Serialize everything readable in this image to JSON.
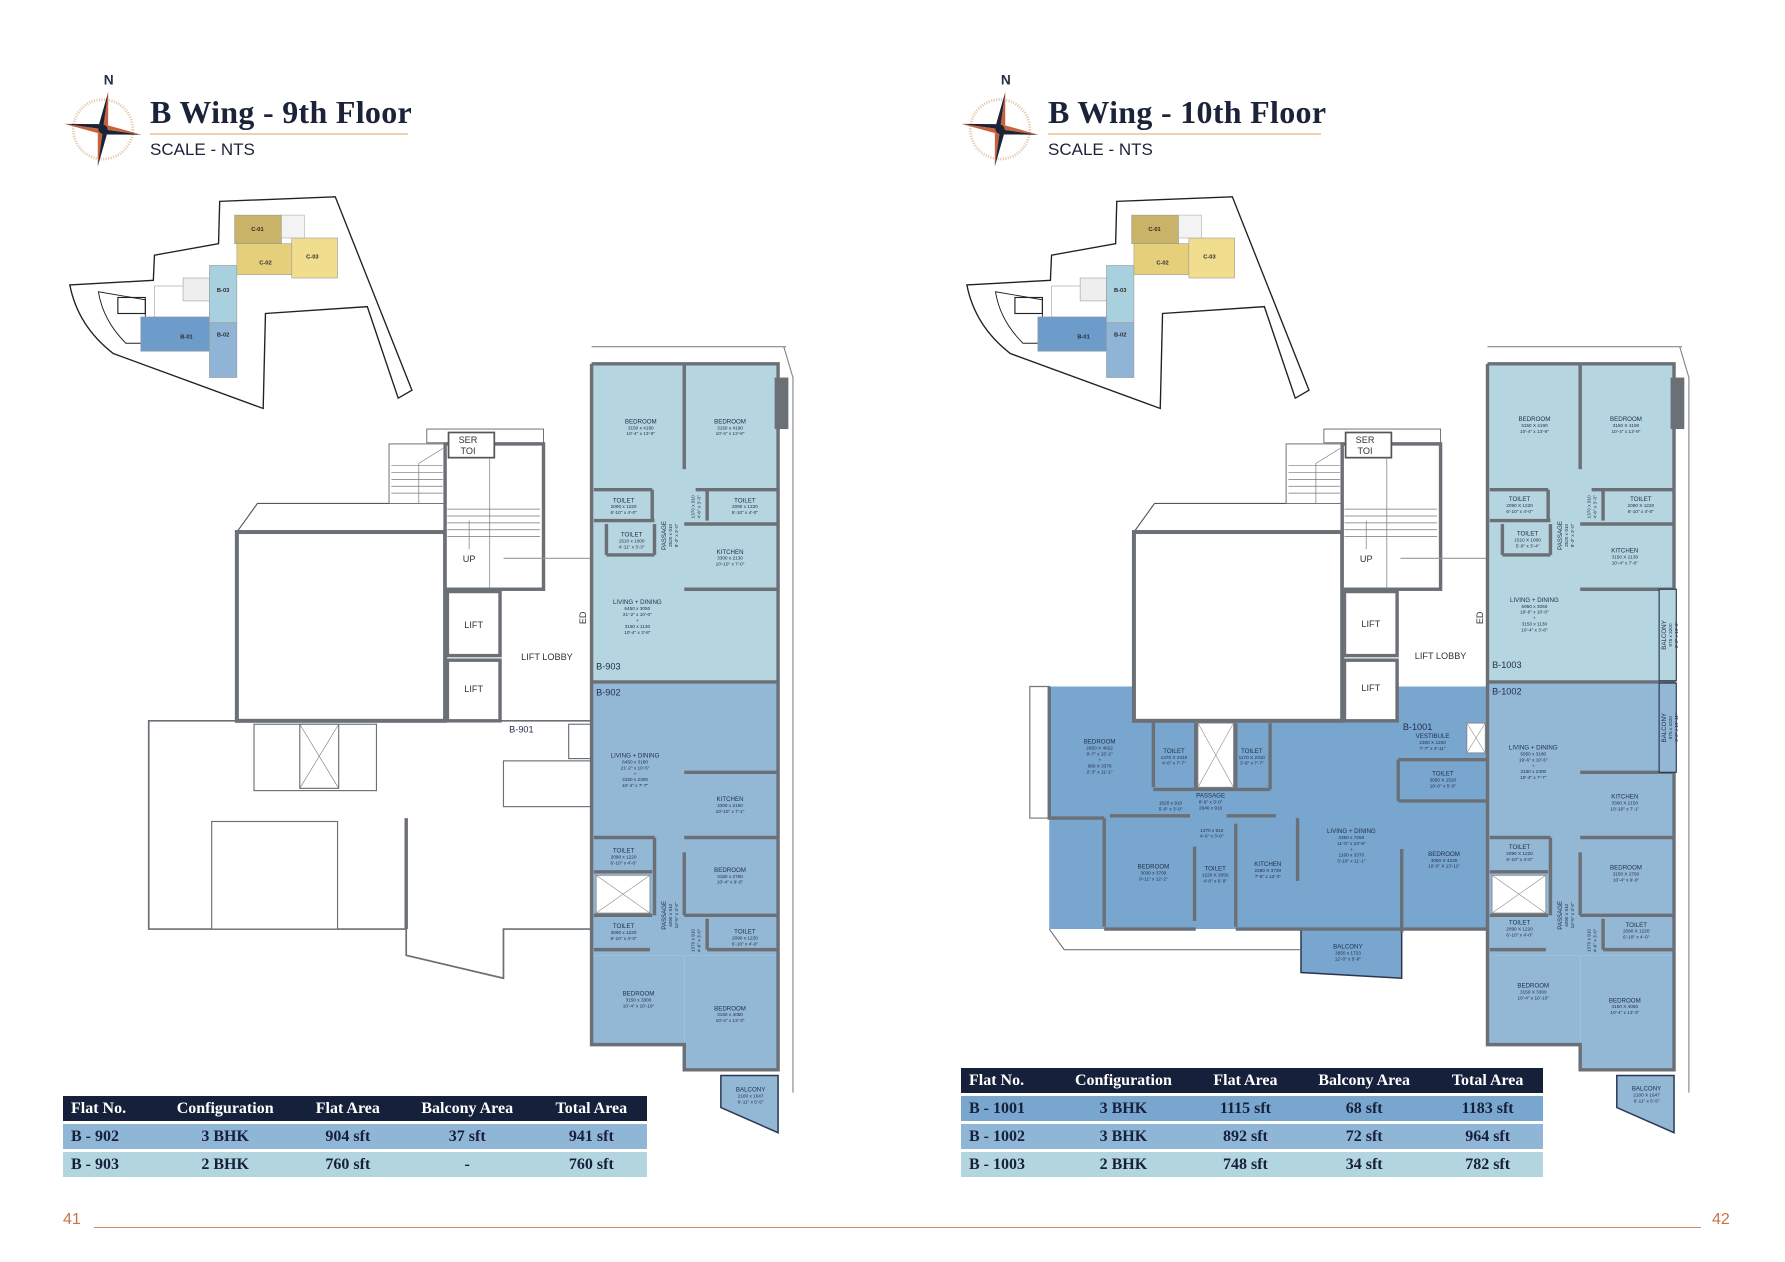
{
  "pages": {
    "left": {
      "number": "41",
      "title": "B Wing - 9th Floor",
      "scale": "SCALE - NTS",
      "north": "N"
    },
    "right": {
      "number": "42",
      "title": "B Wing - 10th Floor",
      "scale": "SCALE - NTS",
      "north": "N"
    }
  },
  "colors": {
    "navy": "#15213a",
    "accent": "#c8744a",
    "flat_light": "#b5d5e0",
    "flat_mid": "#92b8d6",
    "flat_dark": "#78a6cf"
  },
  "keyplan": {
    "labels": [
      "C-01",
      "C-02",
      "C-03",
      "B-03",
      "B-01",
      "B-02"
    ]
  },
  "core": {
    "ser_toi": [
      "SER",
      "TOI"
    ],
    "up": "UP",
    "lift": "LIFT",
    "lift_lobby": "LIFT LOBBY",
    "ed": "ED"
  },
  "floor9": {
    "tags": [
      "B-903",
      "B-902",
      "B-901"
    ],
    "rooms": [
      {
        "name": "BEDROOM",
        "dims": [
          "3150 x 4190",
          "10'-4\" x 13'-9\""
        ]
      },
      {
        "name": "BEDROOM",
        "dims": [
          "3150 x 4190",
          "10'-4\" x 13'-9\""
        ]
      },
      {
        "name": "TOILET",
        "dims": [
          "2090 x 1220",
          "6'-10\" x 4'-0\""
        ]
      },
      {
        "name": "TOILET",
        "dims": [
          "2090 x 1220",
          "6'-10\" x 4'-0\""
        ]
      },
      {
        "name": "TOILET",
        "dims": [
          "1510 x 1000",
          "4'-11\" x 3'-3\""
        ]
      },
      {
        "name": "PASSAGE",
        "dims": [
          "2520 x 910",
          "8'-3\" x 3'-0\""
        ]
      },
      {
        "name": "",
        "dims": [
          "1370 x 910",
          "4'-6\" x 3'-0\""
        ]
      },
      {
        "name": "KITCHEN",
        "dims": [
          "3300 x 2130",
          "10'-10\" x 7'-0\""
        ]
      },
      {
        "name": "LIVING + DINING",
        "dims": [
          "6450 x 3050",
          "21'-2\" x 10'-0\"",
          "+",
          "3150 x 1130",
          "10'-4\" x 3'-8\""
        ]
      },
      {
        "name": "LIVING + DINING",
        "dims": [
          "6450 x 3180",
          "21'-2\" x 10'-5\"",
          "+",
          "3150 x 2300",
          "10'-4\" x 7'-7\""
        ]
      },
      {
        "name": "KITCHEN",
        "dims": [
          "3300 x 2150",
          "10'-10\" x 7'-1\""
        ]
      },
      {
        "name": "TOILET",
        "dims": [
          "2090 x 1220",
          "6'-10\" x 4'-0\""
        ]
      },
      {
        "name": "BEDROOM",
        "dims": [
          "3150 x 2750",
          "10'-4\" x 9'-0\""
        ]
      },
      {
        "name": "TOILET",
        "dims": [
          "2090 x 1220",
          "6'-10\" x 4'-0\""
        ]
      },
      {
        "name": "PASSAGE",
        "dims": [
          "4090 x 910",
          "13'-5\" x 3'-0\""
        ]
      },
      {
        "name": "",
        "dims": [
          "1370 x 910",
          "4'-6\" x 3'-0\""
        ]
      },
      {
        "name": "TOILET",
        "dims": [
          "2090 x 1220",
          "6'-10\" x 4'-0\""
        ]
      },
      {
        "name": "BEDROOM",
        "dims": [
          "3150 x 3300",
          "10'-4\" x 10'-10\""
        ]
      },
      {
        "name": "BEDROOM",
        "dims": [
          "3150 x 4050",
          "10'-4\" x 13'-3\""
        ]
      },
      {
        "name": "BALCONY",
        "dims": [
          "2100 x 1647",
          "6'-11\" x 5'-5\""
        ]
      }
    ],
    "table": {
      "headers": [
        "Flat No.",
        "Configuration",
        "Flat Area",
        "Balcony Area",
        "Total Area"
      ],
      "rows": [
        [
          "B - 902",
          "3 BHK",
          "904 sft",
          "37 sft",
          "941 sft"
        ],
        [
          "B - 903",
          "2 BHK",
          "760 sft",
          "-",
          "760 sft"
        ]
      ]
    }
  },
  "floor10": {
    "tags": [
      "B-1003",
      "B-1002",
      "B-1001"
    ],
    "rooms": [
      {
        "name": "BEDROOM",
        "dims": [
          "3150 X 4190",
          "10'-4\" x 13'-9\""
        ]
      },
      {
        "name": "BEDROOM",
        "dims": [
          "3150 X 4190",
          "10'-4\" x 13'-9\""
        ]
      },
      {
        "name": "TOILET",
        "dims": [
          "2090 X 1220",
          "6'-10\" x 4'-0\""
        ]
      },
      {
        "name": "TOILET",
        "dims": [
          "2090 X 1220",
          "6'-10\" x 4'-0\""
        ]
      },
      {
        "name": "TOILET",
        "dims": [
          "1510 X 1000",
          "5'-0\" x 3'-4\""
        ]
      },
      {
        "name": "PASSAGE",
        "dims": [
          "2520 x 910",
          "8'-3\" x 3'-0\""
        ]
      },
      {
        "name": "",
        "dims": [
          "1370 x 910",
          "4'-6\" x 3'-0\""
        ]
      },
      {
        "name": "KITCHEN",
        "dims": [
          "3150 X 2130",
          "10'-4\" x 7'-0\""
        ]
      },
      {
        "name": "LIVING + DINING",
        "dims": [
          "5950 x 3050",
          "19'-6\" x 10'-0\"",
          "+",
          "3150 x 1130",
          "10'-4\" x 3'-8\""
        ]
      },
      {
        "name": "LIVING + DINING",
        "dims": [
          "5950 x 3180",
          "19'-6\" x 10'-5\"",
          "+",
          "3150 x 2300",
          "10'-4\" x 7'-7\""
        ]
      },
      {
        "name": "KITCHEN",
        "dims": [
          "3300 X 2150",
          "10'-10\" x 7'-1\""
        ]
      },
      {
        "name": "TOILET",
        "dims": [
          "2090 X 1220",
          "6'-10\" x 4'-0\""
        ]
      },
      {
        "name": "BEDROOM",
        "dims": [
          "3150 X 2750",
          "10'-4\" x 9'-0\""
        ]
      },
      {
        "name": "TOILET",
        "dims": [
          "2090 X 1220",
          "6'-10\" x 4'-0\""
        ]
      },
      {
        "name": "PASSAGE",
        "dims": [
          "4090 x 910",
          "13'-5\" x 3'-0\""
        ]
      },
      {
        "name": "",
        "dims": [
          "1370 x 910",
          "4'-6\" x 3'-0\""
        ]
      },
      {
        "name": "TOILET",
        "dims": [
          "2090 X 1220",
          "6'-10\" x 4'-0\""
        ]
      },
      {
        "name": "BEDROOM",
        "dims": [
          "3150 X 3300",
          "10'-4\" x 10'-10\""
        ]
      },
      {
        "name": "BEDROOM",
        "dims": [
          "3150 X 4050",
          "10'-4\" x 13'-3\""
        ]
      },
      {
        "name": "BALCONY",
        "dims": [
          "2100 X 1647",
          "6'-11\" x 5'-5\""
        ]
      },
      {
        "name": "BALCONY",
        "dims": [
          "975 x 3200",
          "3'-2\" x 10'-6\""
        ]
      },
      {
        "name": "BALCONY",
        "dims": [
          "975 x 3320",
          "3'-2\" x 10'-11\""
        ]
      },
      {
        "name": "BEDROOM",
        "dims": [
          "2950 X 4622",
          "9'-7\" x 15'-2\"",
          "+",
          "680 X 3376",
          "2'-3\" x 11'-1\""
        ]
      },
      {
        "name": "TOILET",
        "dims": [
          "1370 X 2310",
          "4'-6\" x 7'-7\""
        ]
      },
      {
        "name": "TOILET",
        "dims": [
          "1170 X 2310",
          "3'-8\" x 7'-7\""
        ]
      },
      {
        "name": "PASSAGE",
        "dims": [
          "8'-8\" x 3'-0\"",
          "2640 x 910"
        ]
      },
      {
        "name": "",
        "dims": [
          "1520 x 910",
          "5'-0\" x 3'-0\""
        ]
      },
      {
        "name": "VESTIBULE",
        "dims": [
          "2300 X 1200",
          "7'-7\" x 3'-11\""
        ]
      },
      {
        "name": "TOILET",
        "dims": [
          "3050 X 1520",
          "10'-0\" x 5'-0\""
        ]
      },
      {
        "name": "",
        "dims": [
          "1370 x 910",
          "4'-6\" x 3'-0\""
        ]
      },
      {
        "name": "BEDROOM",
        "dims": [
          "3030 x 3700",
          "9'-11\" x 12'-2\""
        ]
      },
      {
        "name": "TOILET",
        "dims": [
          "1220 X 2050",
          "4'-0\" x 6'-9\""
        ]
      },
      {
        "name": "KITCHEN",
        "dims": [
          "2280 X 3730",
          "7'-6\" x 12'-3\""
        ]
      },
      {
        "name": "LIVING + DINING",
        "dims": [
          "3350 x 7250",
          "11'-0\" x 23'-9\"",
          "+",
          "1160 x 3370",
          "3'-10\" x 11'-1\""
        ]
      },
      {
        "name": "BEDROOM",
        "dims": [
          "3050 X 4230",
          "10'-0\" X 13'-11\""
        ]
      },
      {
        "name": "BALCONY",
        "dims": [
          "3650 x 1723",
          "12'-0\" x 5'-8\""
        ]
      }
    ],
    "table": {
      "headers": [
        "Flat No.",
        "Configuration",
        "Flat Area",
        "Balcony Area",
        "Total Area"
      ],
      "rows": [
        [
          "B - 1001",
          "3 BHK",
          "1115 sft",
          "68 sft",
          "1183 sft"
        ],
        [
          "B - 1002",
          "3 BHK",
          "892 sft",
          "72 sft",
          "964 sft"
        ],
        [
          "B - 1003",
          "2 BHK",
          "748 sft",
          "34 sft",
          "782 sft"
        ]
      ]
    }
  }
}
